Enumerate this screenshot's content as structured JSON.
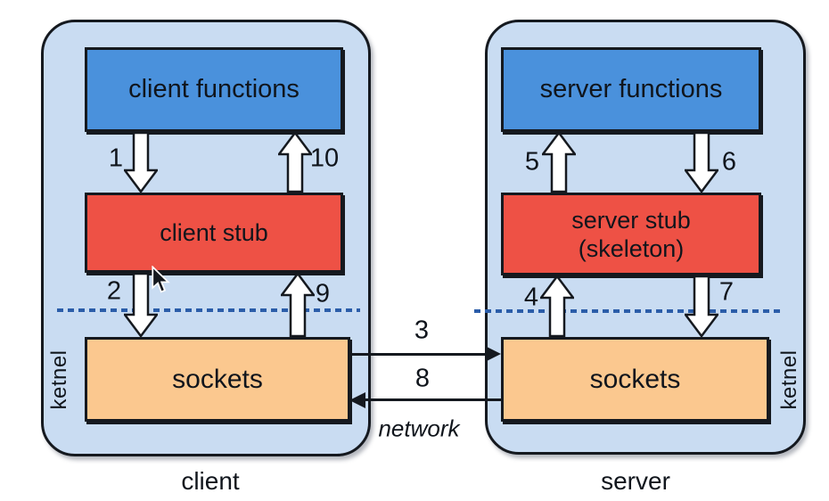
{
  "client": {
    "functions_label": "client functions",
    "stub_label": "client stub",
    "sockets_label": "sockets",
    "kernel_label": "ketnel",
    "caption": "client"
  },
  "server": {
    "functions_label": "server functions",
    "stub_line1": "server stub",
    "stub_line2": "(skeleton)",
    "sockets_label": "sockets",
    "kernel_label": "ketnel",
    "caption": "server"
  },
  "network": {
    "label": "network"
  },
  "steps": {
    "call_to_stub": "1",
    "stub_to_socket": "2",
    "request_over_network": "3",
    "socket_to_server_stub": "4",
    "stub_to_server_functions": "5",
    "server_functions_to_stub": "6",
    "server_stub_to_socket": "7",
    "reply_over_network": "8",
    "socket_to_client_stub": "9",
    "stub_to_client_functions": "10"
  },
  "colors": {
    "container_fill": "#c9dcf2",
    "functions_fill": "#4a91dc",
    "stub_fill": "#ee5145",
    "sockets_fill": "#fbc88f",
    "dashed_boundary": "#2b5da9",
    "outline": "#15191f"
  }
}
